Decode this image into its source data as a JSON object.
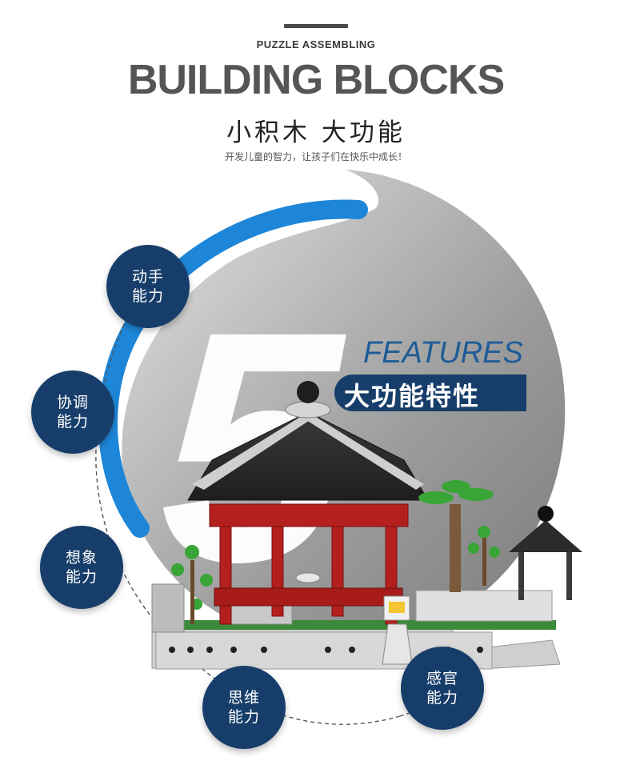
{
  "header": {
    "kicker": "PUZZLE ASSEMBLING",
    "headline": "BUILDING BLOCKS",
    "subtitle": "小积木 大功能",
    "tagline": "开发儿童的智力，让孩子们在快乐中成长！"
  },
  "feature_block": {
    "big_number": "5",
    "label_en": "FEATURES",
    "label_cn": "大功能特性"
  },
  "badges": [
    {
      "line1": "动手",
      "line2": "能力"
    },
    {
      "line1": "协调",
      "line2": "能力"
    },
    {
      "line1": "想象",
      "line2": "能力"
    },
    {
      "line1": "思维",
      "line2": "能力"
    },
    {
      "line1": "感官",
      "line2": "能力"
    }
  ],
  "colors": {
    "navy": "#173e6a",
    "blue": "#1e86d8",
    "features_text": "#1d5c96",
    "headline": "#555555"
  }
}
